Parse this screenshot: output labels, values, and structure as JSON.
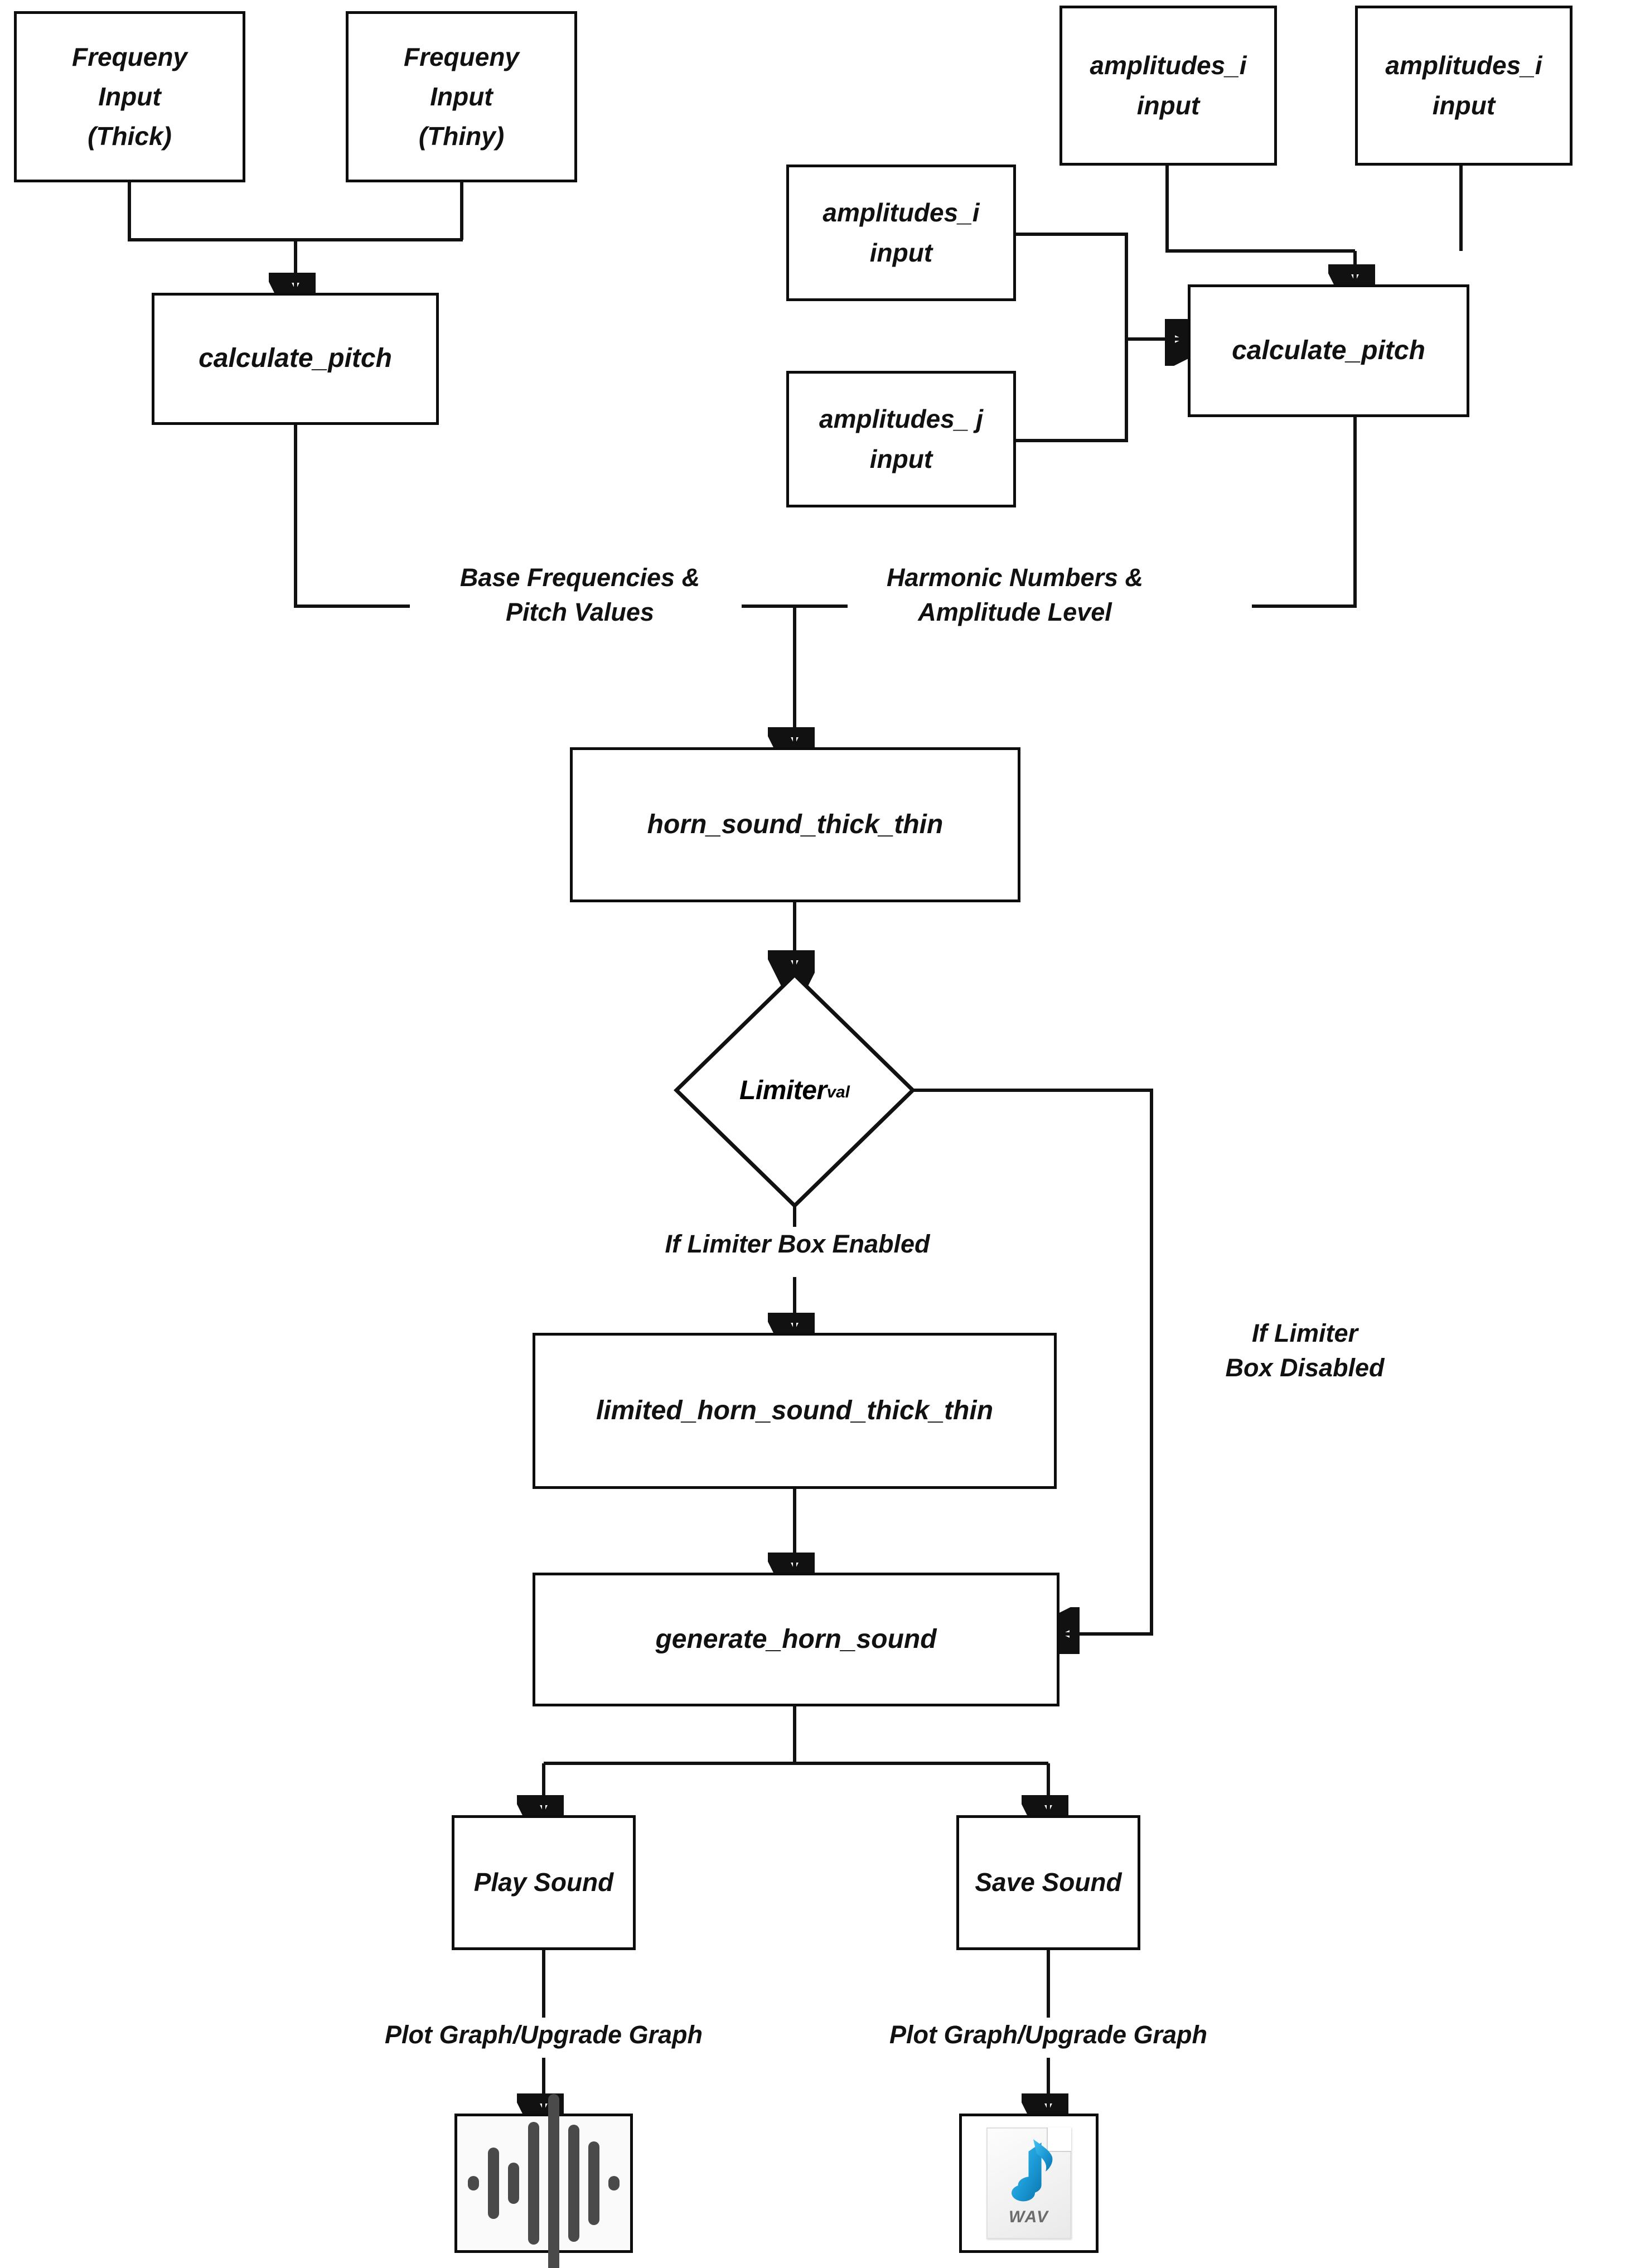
{
  "diagram": {
    "title": "Horn sound synthesis flowchart",
    "colors": {
      "stroke": "#111111",
      "background": "#ffffff",
      "wave_bar": "#4a4a4a",
      "note_accent": "#1b9ad6",
      "wav_text": "#6b6b6b"
    }
  },
  "nodes": {
    "freq_thick": "Frequeny\nInput\n(Thick)",
    "freq_thiny": "Frequeny\nInput\n(Thiny)",
    "calc_pitch_left": "calculate_pitch",
    "amp_i_top_left": "amplitudes_i\ninput",
    "amp_i_top_right": "amplitudes_i\ninput",
    "amp_i_mid": "amplitudes_i\ninput",
    "amp_j_mid": "amplitudes_ j\ninput",
    "calc_pitch_right": "calculate_pitch",
    "horn_sound": "horn_sound_thick_thin",
    "limiter": "Limiter",
    "limiter_sub": "val",
    "limited_horn_sound": "limited_horn_sound_thick_thin",
    "generate_horn_sound": "generate_horn_sound",
    "play_sound": "Play Sound",
    "save_sound": "Save Sound"
  },
  "edge_labels": {
    "base_frequencies": "Base Frequencies &\nPitch Values",
    "harmonic_numbers": "Harmonic Numbers &\nAmplitude Level",
    "limiter_enabled": "If Limiter Box Enabled",
    "limiter_disabled": "If Limiter\nBox Disabled",
    "plot_graph_left": "Plot Graph/Upgrade Graph",
    "plot_graph_right": "Plot Graph/Upgrade Graph"
  },
  "icons": {
    "waveform_name": "waveform-icon",
    "waveform_bars": [
      26,
      128,
      74,
      220,
      320,
      210,
      150,
      26
    ],
    "wav_file_name": "wav-file-icon",
    "wav_label": "WAV",
    "music_note_name": "music-note-icon"
  }
}
